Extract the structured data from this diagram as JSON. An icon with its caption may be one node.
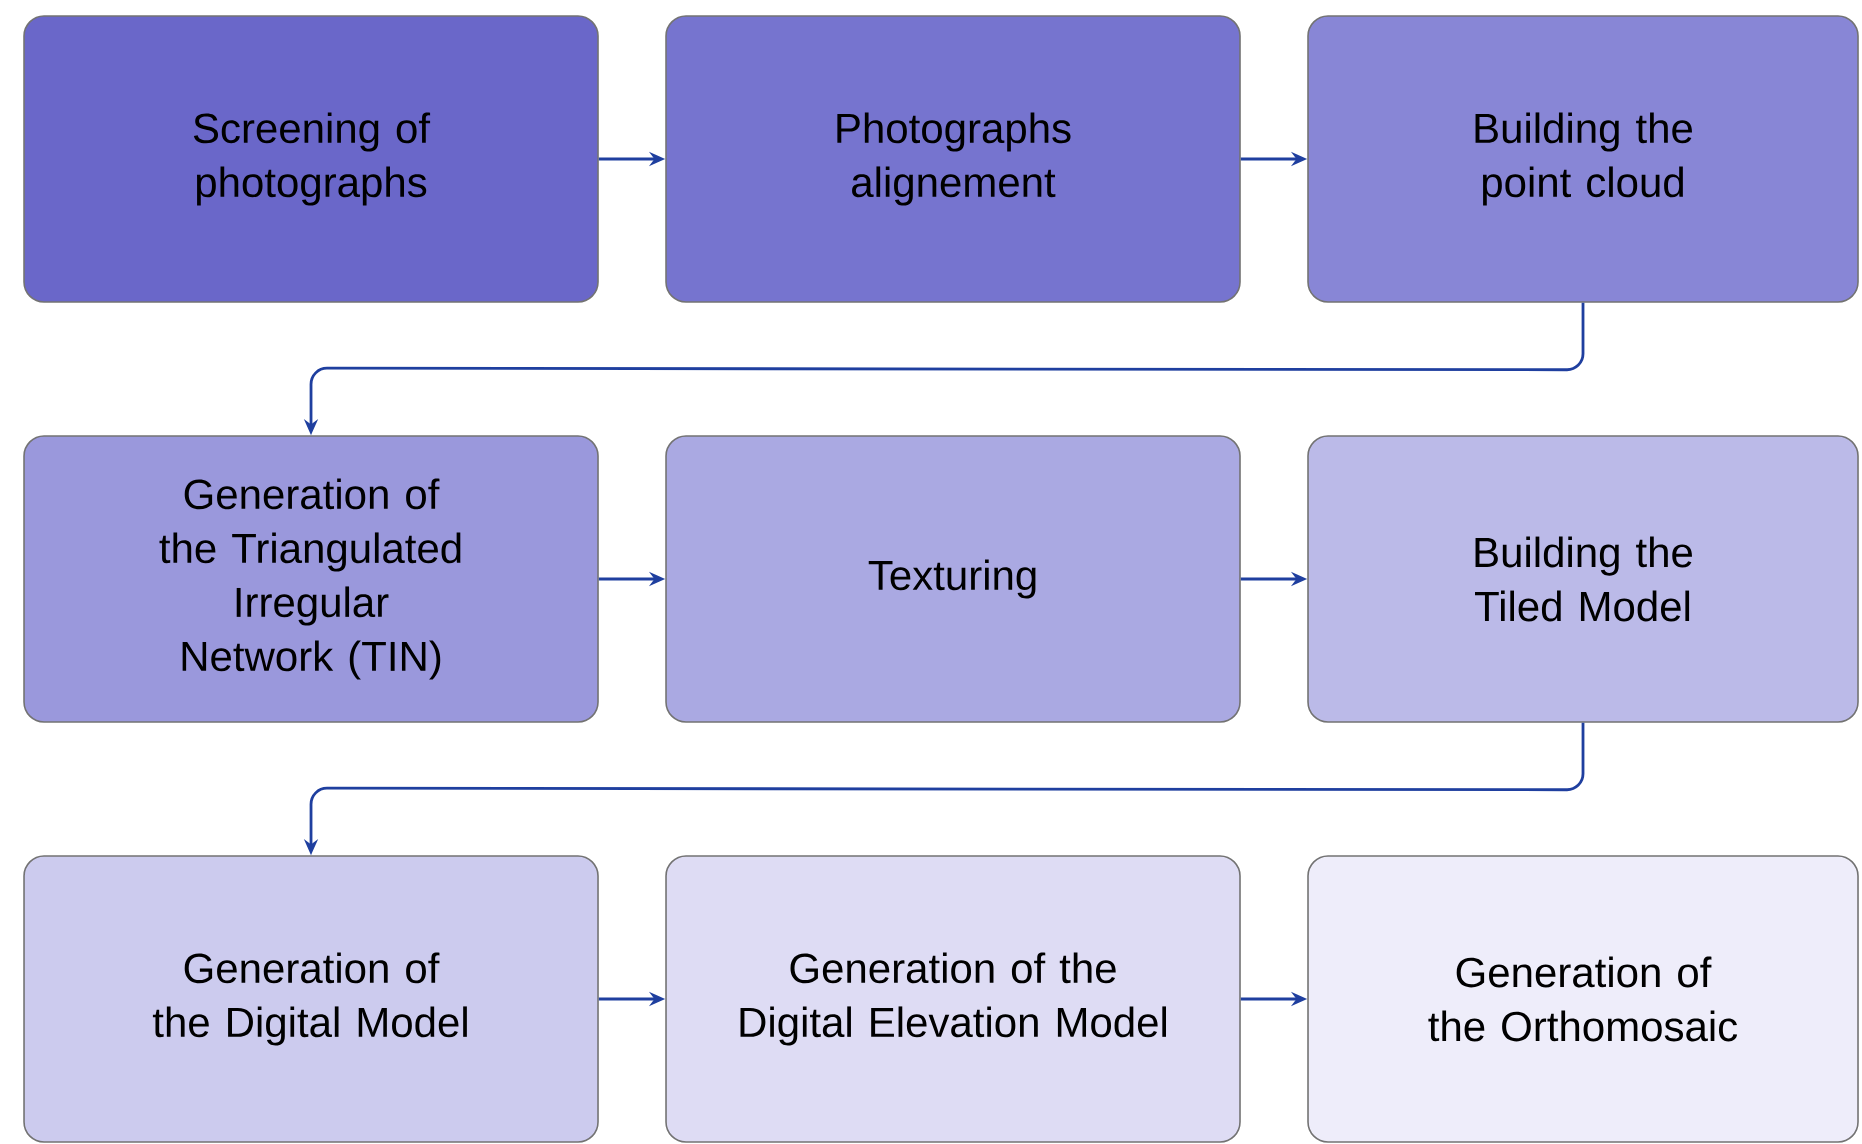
{
  "diagram": {
    "nodes": [
      {
        "text": [
          "Screening of photographs"
        ]
      },
      {
        "text": [
          "Photographs alignement"
        ]
      },
      {
        "text": [
          "Building the point cloud"
        ]
      },
      {
        "text": [
          "Generation of the Triangulated Irregular Network (TIN)"
        ]
      },
      {
        "text": [
          "Texturing"
        ]
      },
      {
        "text": [
          "Building the Tiled Model"
        ]
      },
      {
        "text": [
          "Generation of the Digital Model"
        ]
      },
      {
        "text": [
          "Generation of the Digital Elevation Model"
        ]
      },
      {
        "text": [
          "Generation of the Orthomosaic"
        ]
      }
    ],
    "edges": [
      {
        "from": 0,
        "to": 1,
        "arrow": "to"
      },
      {
        "from": 1,
        "to": 2,
        "arrow": "to"
      },
      {
        "from": 2,
        "to": 3,
        "arrow": "to"
      },
      {
        "from": 3,
        "to": 4,
        "arrow": "to"
      },
      {
        "from": 4,
        "to": 5,
        "arrow": "to"
      },
      {
        "from": 5,
        "to": 6,
        "arrow": "to"
      },
      {
        "from": 6,
        "to": 7,
        "arrow": "to"
      },
      {
        "from": 7,
        "to": 8,
        "arrow": "to"
      }
    ]
  }
}
